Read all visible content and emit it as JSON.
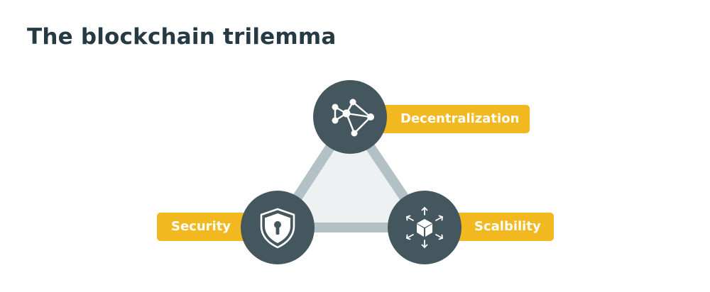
{
  "title": "The blockchain trilemma",
  "nodes": {
    "decentralization": {
      "label": "Decentralization",
      "icon": "network-icon"
    },
    "security": {
      "label": "Security",
      "icon": "shield-keyhole-icon"
    },
    "scalability": {
      "label": "Scalbility",
      "icon": "cube-expand-icon"
    }
  },
  "colors": {
    "title": "#263a44",
    "node": "#44575f",
    "label": "#f1b81f",
    "edge": "#b3c0c6",
    "fill": "#eef1f1"
  }
}
